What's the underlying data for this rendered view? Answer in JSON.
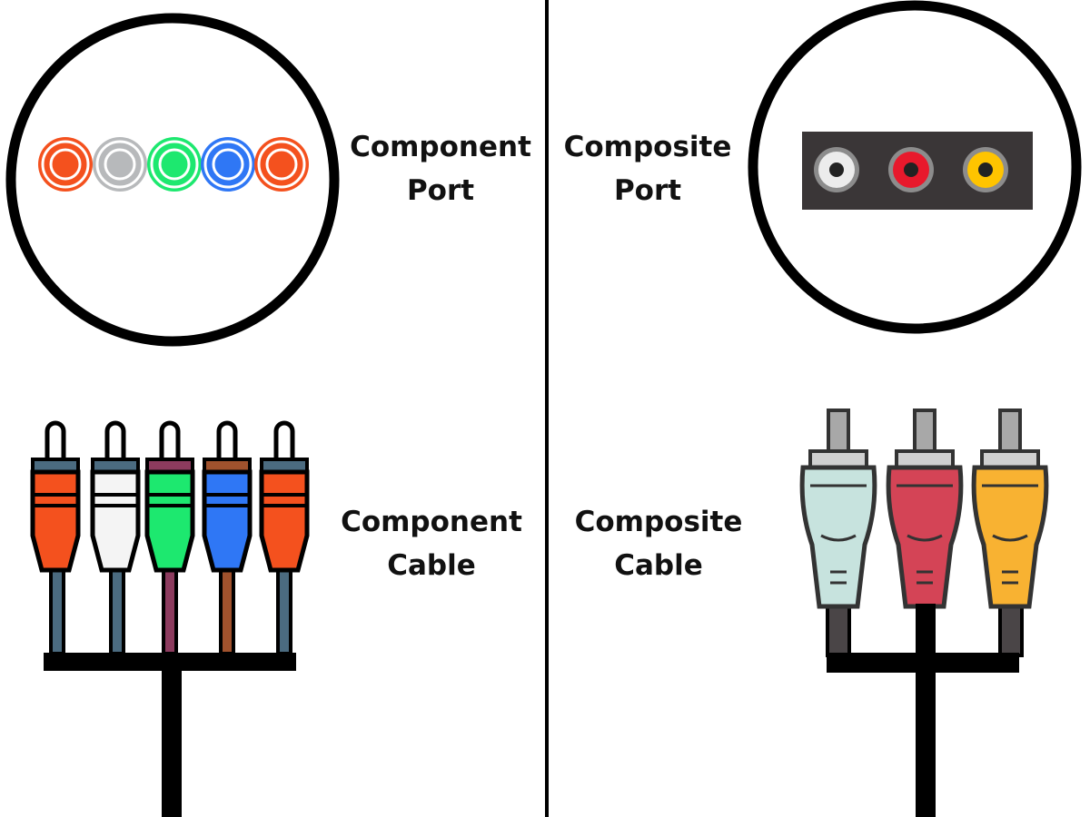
{
  "labels": {
    "component_port": {
      "line1": "Component",
      "line2": "Port"
    },
    "composite_port": {
      "line1": "Composite",
      "line2": "Port"
    },
    "component_cable": {
      "line1": "Component",
      "line2": "Cable"
    },
    "composite_cable": {
      "line1": "Composite",
      "line2": "Cable"
    }
  },
  "colors": {
    "outline": "#000000",
    "component_red": "#f4511e",
    "component_gray": "#b7b9bb",
    "component_green": "#1de86f",
    "component_blue": "#2f77f5",
    "composite_panel": "#3a3637",
    "composite_white": "#ececec",
    "composite_red": "#e8192c",
    "composite_yellow": "#ffc400",
    "cable_white": "#c7e3de",
    "cable_red": "#d44456",
    "cable_yellow": "#f8b232"
  }
}
